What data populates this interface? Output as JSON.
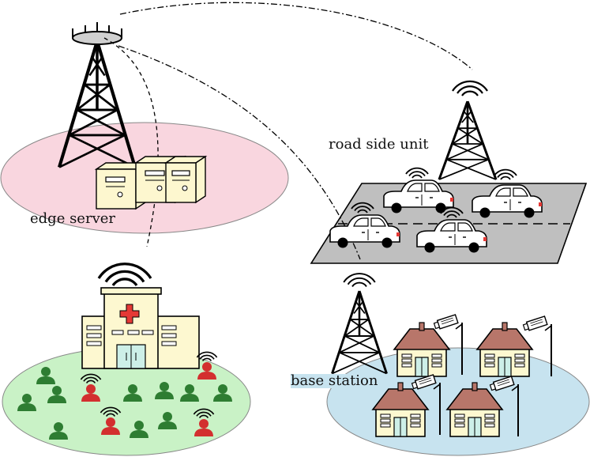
{
  "labels": {
    "edge_server": "edge server",
    "road_side_unit": "road side unit",
    "base_station": "base station"
  },
  "colors": {
    "edge_zone": "#f9d6df",
    "hospital_zone": "#c9f2c6",
    "home_zone": "#c7e3ef",
    "road": "#bfbfbf",
    "person_normal": "#2e7d32",
    "person_alert": "#d32f2f",
    "server_body": "#fdf7cf",
    "house_roof": "#b8766a",
    "house_wall": "#fdf8d0",
    "cross": "#e53935"
  },
  "icons": [
    "tower-icon",
    "server-icon",
    "hospital-icon",
    "person-icon",
    "car-icon",
    "house-icon",
    "camera-icon",
    "wifi-signal-icon"
  ]
}
